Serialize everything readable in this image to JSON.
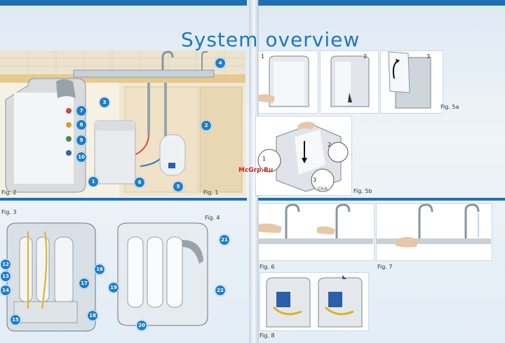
{
  "title": "System overview",
  "watermark": "McGrp.Ru",
  "figures": {
    "fig1": "Fig. 1",
    "fig2": "Fig. 2",
    "fig3": "Fig. 3",
    "fig4": "Fig. 4",
    "fig5a": "Fig. 5a",
    "fig5b": "Fig. 5b",
    "fig6": "Fig. 6",
    "fig7": "Fig. 7",
    "fig8": "Fig. 8"
  },
  "steps": {
    "s1": "1",
    "s2": "2",
    "s3": "3",
    "b1": "1",
    "b2": "2",
    "b3": "3"
  },
  "click_label": "Click",
  "callouts": [
    "1",
    "2",
    "3",
    "4",
    "5",
    "6",
    "7",
    "8",
    "9",
    "10",
    "12",
    "13",
    "14",
    "15",
    "16",
    "17",
    "18",
    "19",
    "20",
    "21",
    "22"
  ],
  "colors": {
    "accent": "#1f6fb5",
    "callout": "#1f7ec8",
    "title": "#1d78c1"
  }
}
